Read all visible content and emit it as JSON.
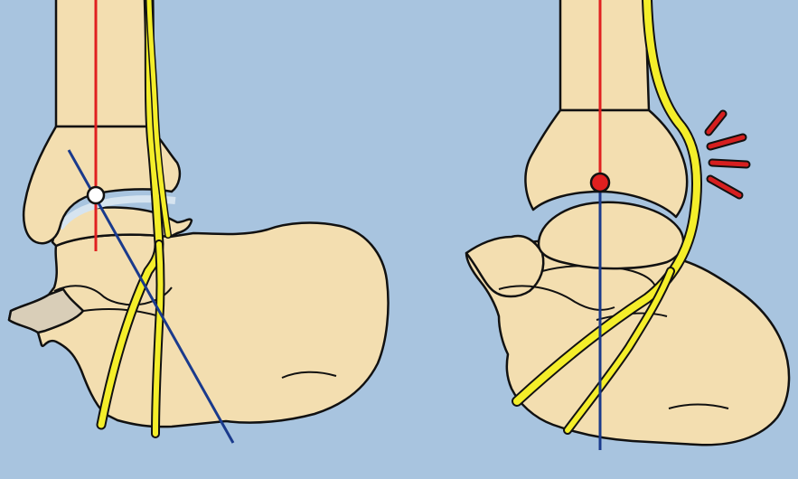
{
  "colors": {
    "background": "#a8c4df",
    "bone": "#f3deb0",
    "bone_shaded": "#d9ceb8",
    "outline": "#111111",
    "nerve": "#f4ee2a",
    "axis_vertical": "#e02020",
    "axis_oblique": "#1a3a8c",
    "pivot_neutral": "#ffffff",
    "pivot_alert": "#e02020",
    "pain_marks": "#d61f1f"
  },
  "panels": [
    {
      "id": "left",
      "pivot_state": "neutral",
      "axes_aligned": false
    },
    {
      "id": "right",
      "pivot_state": "alert",
      "axes_aligned": true,
      "pain_marks": 4
    }
  ]
}
